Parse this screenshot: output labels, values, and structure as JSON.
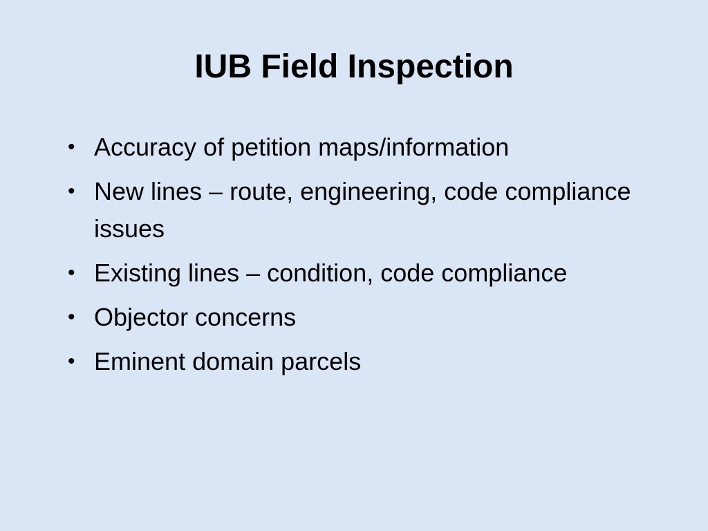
{
  "slide": {
    "title": "IUB Field Inspection",
    "bullet_symbol": "•",
    "bullets": [
      "Accuracy of petition maps/information",
      "New lines – route, engineering, code compliance issues",
      "Existing lines – condition, code compliance",
      "Objector concerns",
      "Eminent domain parcels"
    ],
    "background_color": "#dae5f5",
    "text_color": "#000000"
  }
}
